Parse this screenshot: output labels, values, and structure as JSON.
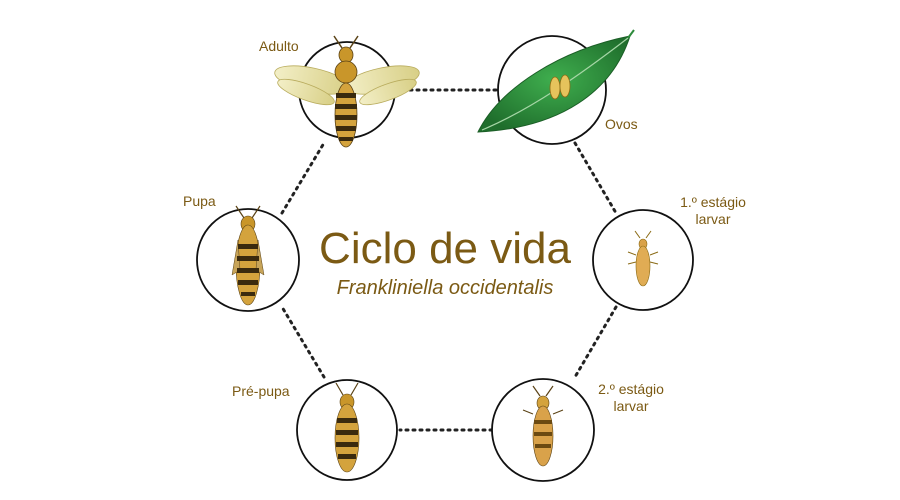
{
  "diagram": {
    "title": "Ciclo de vida",
    "subtitle": "Frankliniella occidentalis",
    "stages": [
      {
        "label_lines": [
          "Adulto"
        ]
      },
      {
        "label_lines": [
          "Ovos"
        ]
      },
      {
        "label_lines": [
          "1.º estágio",
          "larvar"
        ]
      },
      {
        "label_lines": [
          "2.º estágio",
          "larvar"
        ]
      },
      {
        "label_lines": [
          "Pré-pupa"
        ]
      },
      {
        "label_lines": [
          "Pupa"
        ]
      }
    ],
    "colors": {
      "label": "#7b5a14",
      "circle_stroke": "#111111",
      "connector": "#222222",
      "insect_body": "#c9962a",
      "insect_band": "#3a2a0e",
      "larva_body": "#d9a24a",
      "leaf": "#2e8b3c",
      "wing": "#e9e2a9"
    }
  }
}
